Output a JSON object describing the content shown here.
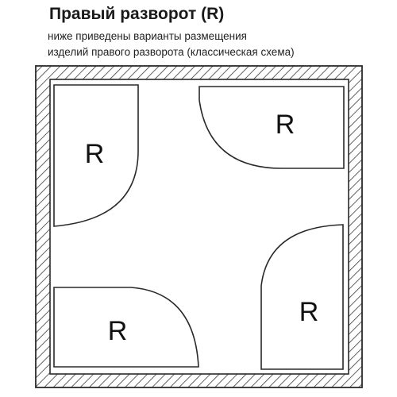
{
  "header": {
    "title": "Правый разворот (R)",
    "subtitle_line1": "ниже приведены варианты размещения",
    "subtitle_line2": "изделий правого разворота (классическая схема)"
  },
  "diagram": {
    "wall_style": "hatched",
    "colors": {
      "outline": "#2a2a2a",
      "hatch": "#3a3a3a",
      "background": "#ffffff"
    },
    "pieces": [
      {
        "id": "top-left",
        "label": "R"
      },
      {
        "id": "top-right",
        "label": "R"
      },
      {
        "id": "bottom-left",
        "label": "R"
      },
      {
        "id": "bottom-right",
        "label": "R"
      }
    ]
  }
}
